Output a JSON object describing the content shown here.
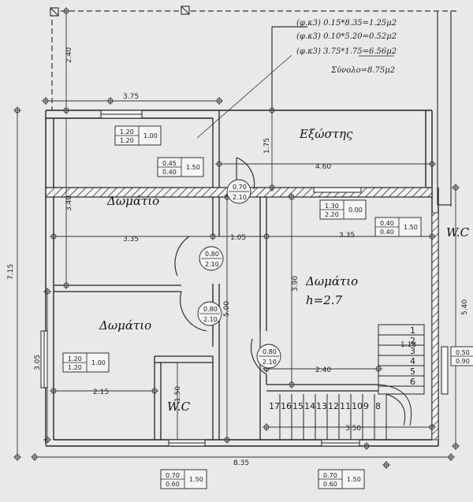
{
  "area_calc": {
    "line1": "(φ.κ3)  0.15*8.35=1.25μ2",
    "line2": "(φ.κ3)  0.10*5.20=0.52μ2",
    "line3": "(φ.κ3)  3.75*1.75=6.56μ2",
    "total": "Σύνολο=8.75μ2"
  },
  "rooms": {
    "balcony": "Εξώστης",
    "room_top": "Δωμάτιο",
    "room_left": "Δωμάτιο",
    "room_right": "Δωμάτιο",
    "room_right_height": "h=2.7",
    "wc_small": "W.C",
    "wc_side": "W.C"
  },
  "dims": {
    "top_240": "2.40",
    "w_375": "3.75",
    "w_460": "4.60",
    "h_175": "1.75",
    "h_340": "3.40",
    "w_335_left": "3.35",
    "w_105": "1.05",
    "w_335_right": "3.35",
    "h_715": "7.15",
    "h_390": "3.90",
    "h_500": "5.00",
    "h_540": "5.40",
    "h_305": "3.05",
    "w_215": "2.15",
    "h_150": "1.50",
    "w_240": "2.40",
    "w_350": "3.50",
    "w_835": "8.35"
  },
  "window_boxes": [
    {
      "top": "1.20",
      "bottom": "1.20",
      "right": "1.00"
    },
    {
      "top": "0.45",
      "bottom": "0.40",
      "right": "1.50"
    },
    {
      "top": "1.30",
      "bottom": "2.20",
      "right": "0.00"
    },
    {
      "top": "0.40",
      "bottom": "0.40",
      "right": "1.50"
    },
    {
      "top": "1.20",
      "bottom": "1.20",
      "right": "1.00"
    },
    {
      "top": "0.50",
      "bottom": "0.90",
      "right": ""
    },
    {
      "top": "0.70",
      "bottom": "0.60",
      "right": "1.50"
    },
    {
      "top": "0.70",
      "bottom": "0.60",
      "right": "1.50"
    }
  ],
  "doors": [
    {
      "top": "0.70",
      "bottom": "2.10"
    },
    {
      "top": "0.80",
      "bottom": "2.10"
    },
    {
      "top": "0.80",
      "bottom": "2.10"
    },
    {
      "top": "0.80",
      "bottom": "2.10"
    }
  ],
  "stairs": {
    "side_steps": [
      "1",
      "2",
      "3",
      "4",
      "5",
      "6"
    ],
    "bottom_steps": [
      "17",
      "16",
      "15",
      "14",
      "13",
      "12",
      "11",
      "10",
      "9",
      "8"
    ],
    "label_118": "1.18"
  },
  "colors": {
    "paper": "#e9e9e9",
    "ink": "#222222"
  }
}
